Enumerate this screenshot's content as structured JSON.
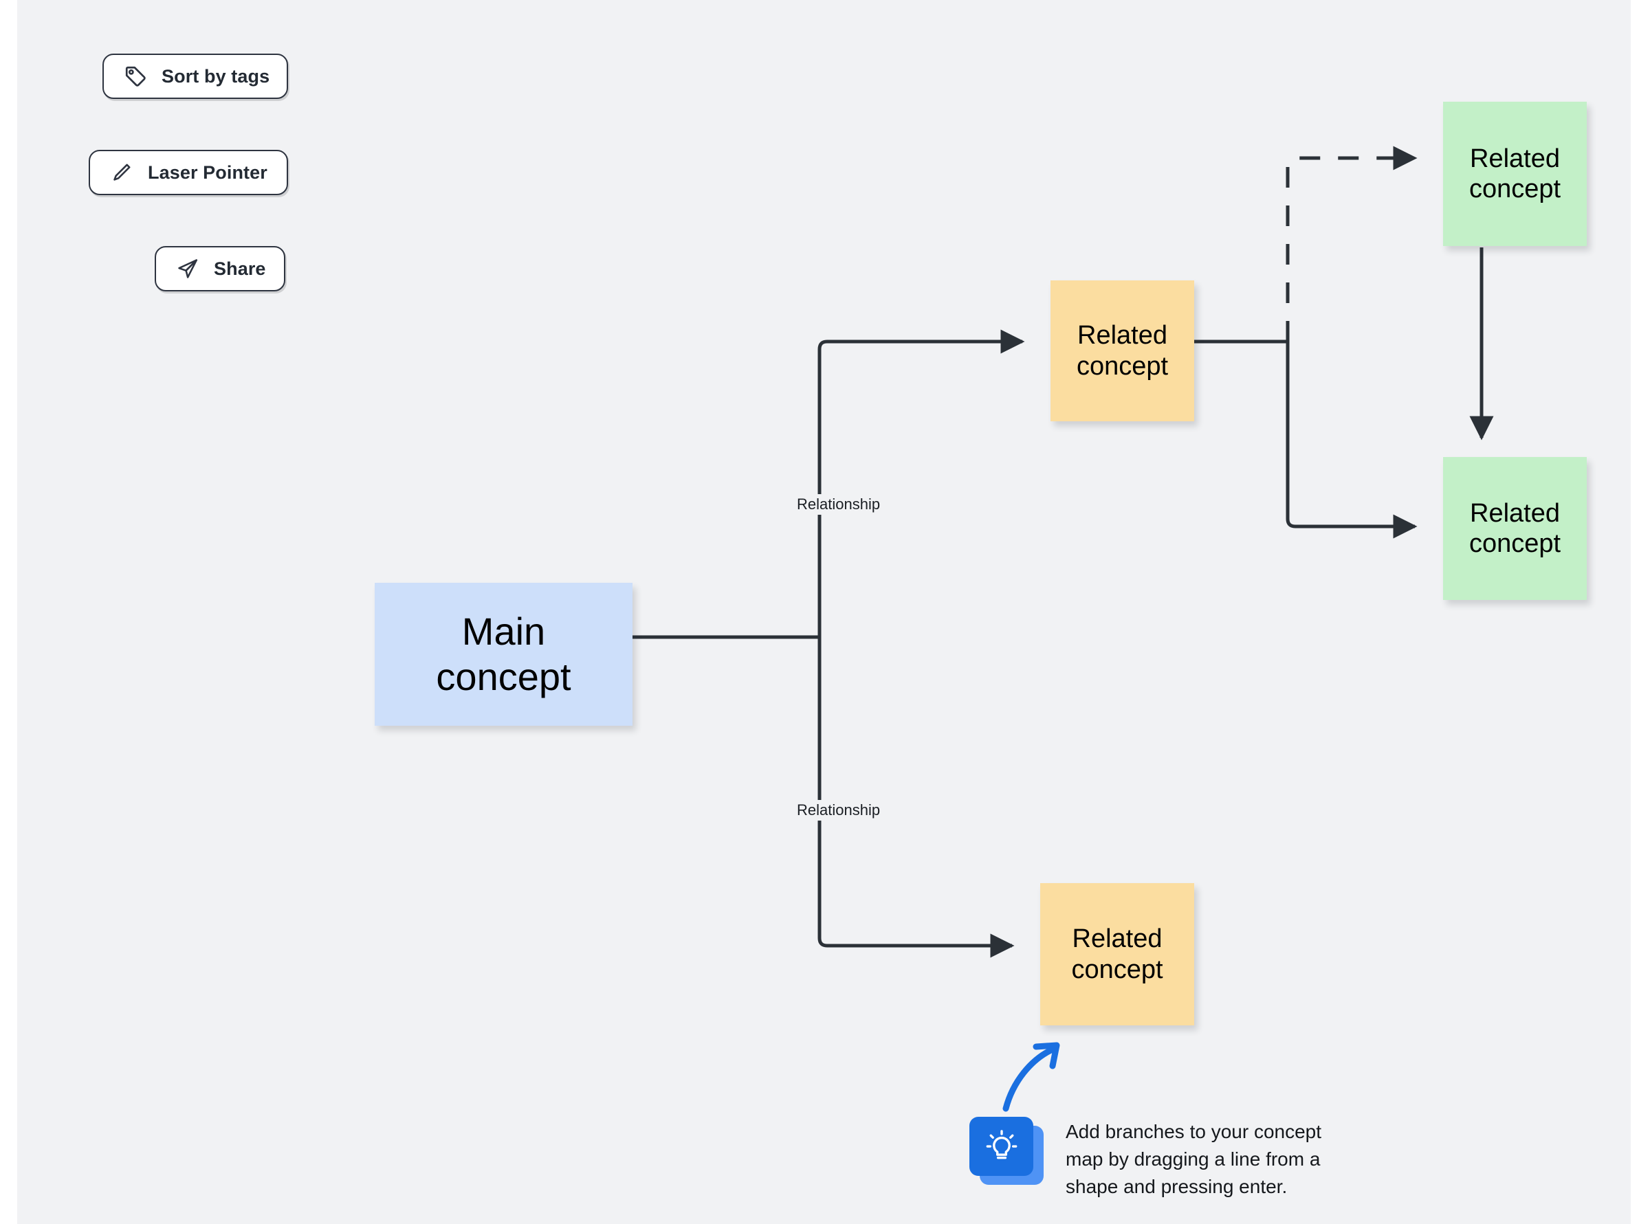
{
  "canvas": {
    "background_color": "#f1f2f4",
    "page_background_color": "#ffffff"
  },
  "toolbar": {
    "buttons": [
      {
        "id": "sort-by-tags",
        "label": "Sort by tags",
        "icon": "tag-icon"
      },
      {
        "id": "laser-pointer",
        "label": "Laser Pointer",
        "icon": "pencil-icon"
      },
      {
        "id": "share",
        "label": "Share",
        "icon": "paper-plane-icon"
      }
    ]
  },
  "concept_map": {
    "nodes": [
      {
        "id": "main-concept",
        "line1": "Main",
        "line2": "concept",
        "text": "Main concept",
        "color": "#cddffa",
        "role": "root"
      },
      {
        "id": "related-concept-orange-top",
        "line1": "Related",
        "line2": "concept",
        "text": "Related concept",
        "color": "#fbdda0",
        "role": "branch"
      },
      {
        "id": "related-concept-orange-bottom",
        "line1": "Related",
        "line2": "concept",
        "text": "Related concept",
        "color": "#fbdda0",
        "role": "branch"
      },
      {
        "id": "related-concept-green-top",
        "line1": "Related",
        "line2": "concept",
        "text": "Related concept",
        "color": "#c3f0c8",
        "role": "leaf"
      },
      {
        "id": "related-concept-green-bottom",
        "line1": "Related",
        "line2": "concept",
        "text": "Related concept",
        "color": "#c3f0c8",
        "role": "leaf"
      }
    ],
    "edge_labels": [
      {
        "id": "relationship-top",
        "label": "Relationship"
      },
      {
        "id": "relationship-bottom",
        "label": "Relationship"
      }
    ],
    "edge_color": "#2b3137",
    "edges": [
      {
        "from": "main-concept",
        "to": "related-concept-orange-top",
        "style": "solid",
        "arrow": true,
        "label": "Relationship"
      },
      {
        "from": "main-concept",
        "to": "related-concept-orange-bottom",
        "style": "solid",
        "arrow": true,
        "label": "Relationship"
      },
      {
        "from": "related-concept-orange-top",
        "to": "related-concept-green-top",
        "style": "dashed",
        "arrow": true
      },
      {
        "from": "related-concept-orange-top",
        "to": "related-concept-green-bottom",
        "style": "solid",
        "arrow": true
      },
      {
        "from": "related-concept-green-top",
        "to": "related-concept-green-bottom",
        "style": "solid",
        "arrow": true
      }
    ]
  },
  "hint": {
    "icon": "lightbulb-icon",
    "icon_color": "#1a6fe0",
    "arrow_color": "#1a6fe0",
    "line1": "Add branches to your concept",
    "line2": "map by dragging a line from a",
    "line3": "shape and pressing enter.",
    "text": "Add branches to your concept map by dragging a line from a shape and pressing enter."
  }
}
